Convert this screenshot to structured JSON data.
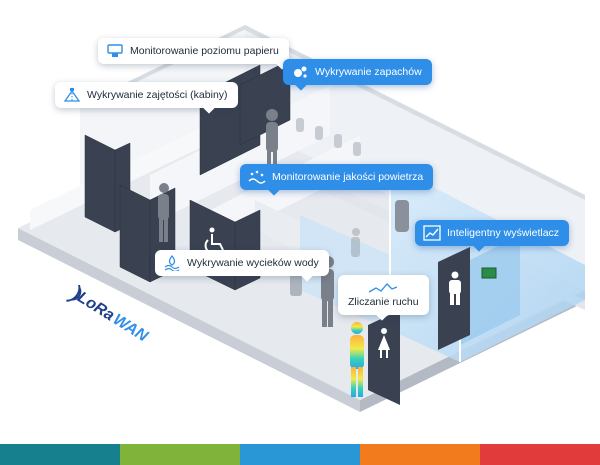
{
  "callouts": {
    "papier": "Monitorowanie poziomu papieru",
    "zapachy": "Wykrywanie zapachów",
    "zajetosc": "Wykrywanie zajętości (kabiny)",
    "powietrze": "Monitorowanie jakości powietrza",
    "wyswietlacz": "Inteligentny wyświetlacz",
    "wycieki": "Wykrywanie wycieków wody",
    "ruch": "Zliczanie ruchu"
  },
  "logo": {
    "text": "LoRaWAN"
  },
  "icons": {
    "papier": "paper-dispenser-icon",
    "zapachy": "smell-bubbles-icon",
    "zajetosc": "occupancy-sensor-icon",
    "powietrze": "air-quality-icon",
    "wyswietlacz": "trend-chart-icon",
    "wycieki": "water-leak-icon",
    "ruch": "traffic-wave-icon"
  },
  "colors": {
    "accent_blue": "#2f8fe8",
    "panel_dark": "#3a4252",
    "floor": "#e4e8ee",
    "glass": "#bcdcf5",
    "stripe": [
      "#16808f",
      "#7fb33a",
      "#2996d5",
      "#f27b1e",
      "#e23b3b"
    ]
  }
}
